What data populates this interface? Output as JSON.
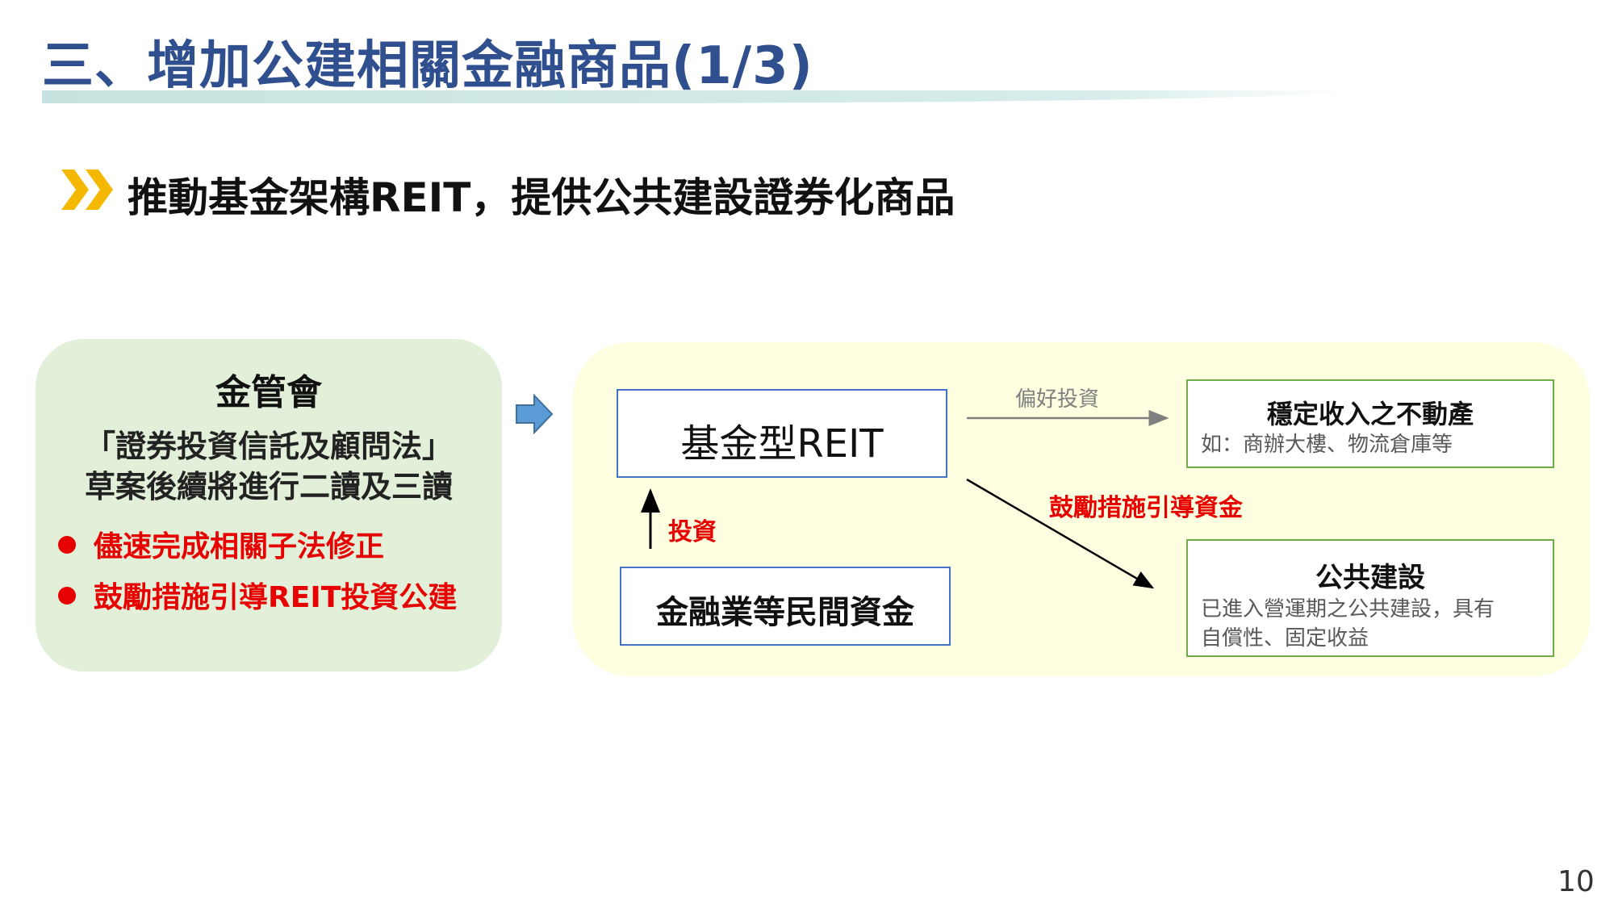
{
  "title": "三、增加公建相關金融商品(1/3)",
  "subtitle": "推動基金架構REIT，提供公共建設證券化商品",
  "left_panel": {
    "heading": "金管會",
    "law_line1": "「證券投資信託及顧問法」",
    "law_line2": "草案後續將進行二讀及三讀",
    "bullets": [
      "儘速完成相關子法修正",
      "鼓勵措施引導REIT投資公建"
    ]
  },
  "diagram": {
    "reit": "基金型REIT",
    "private_funds": "金融業等民間資金",
    "invest_label": "投資",
    "preference_label": "偏好投資",
    "encourage_label": "鼓勵措施引導資金",
    "stable_income": {
      "title": "穩定收入之不動產",
      "desc": "如：商辦大樓、物流倉庫等"
    },
    "public_construction": {
      "title": "公共建設",
      "desc_line1": "已進入營運期之公共建設，具有",
      "desc_line2": "自償性、固定收益"
    }
  },
  "page_number": "10",
  "colors": {
    "title": "#2f4f8f",
    "accent_red": "#e60000",
    "chevron": "#f5b800",
    "left_panel_bg": "#e2efd9",
    "right_panel_bg": "#fefee0",
    "blue_border": "#4472c4",
    "green_border": "#70ad47"
  }
}
